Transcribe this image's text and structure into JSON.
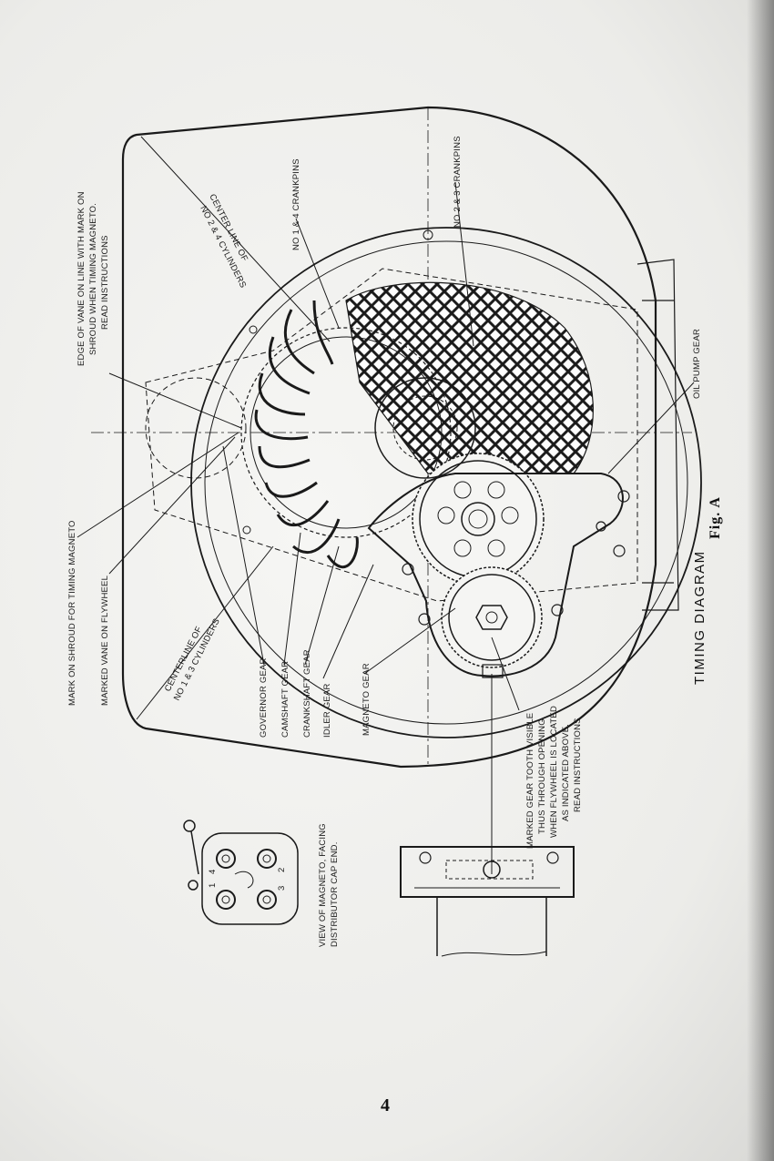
{
  "figure": {
    "title": "TIMING DIAGRAM",
    "fig_label": "Fig. A",
    "page_number": "4"
  },
  "callouts": {
    "mark_on_shroud": "MARK ON SHROUD FOR TIMING MAGNETO",
    "marked_vane": "MARKED VANE ON FLYWHEEL",
    "centerline_13_a": "CENTERLINE OF",
    "centerline_13_b": "NO 1 & 3 CYLINDERS",
    "governor_gear": "GOVERNOR GEAR",
    "camshaft_gear": "CAMSHAFT GEAR",
    "crankshaft_gear": "CRANKSHAFT GEAR",
    "idler_gear": "IDLER GEAR",
    "magneto_gear": "MAGNETO GEAR",
    "edge_of_vane_1": "EDGE OF VANE ON LINE WITH MARK ON",
    "edge_of_vane_2": "SHROUD WHEN TIMING MAGNETO.",
    "edge_of_vane_3": "READ INSTRUCTIONS",
    "centerline_24_a": "CENTER LINE OF",
    "centerline_24_b": "NO 2 & 4 CYLINDERS",
    "crankpins_14": "NO 1 & 4 CRANKPINS",
    "crankpins_23": "NO 2 & 3 CRANKPINS",
    "oil_pump_gear": "OIL PUMP GEAR",
    "marked_tooth_1": "MARKED GEAR TOOTH VISIBLE",
    "marked_tooth_2": "THUS THROUGH OPENING,",
    "marked_tooth_3": "WHEN FLYWHEEL IS LOCATED",
    "marked_tooth_4": "AS INDICATED ABOVE.",
    "marked_tooth_5": "READ INSTRUCTIONS",
    "magneto_view_1": "VIEW OF MAGNETO, FACING",
    "magneto_view_2": "DISTRIBUTOR CAP END."
  },
  "distributor_numbers": [
    "1",
    "2",
    "3",
    "4"
  ]
}
